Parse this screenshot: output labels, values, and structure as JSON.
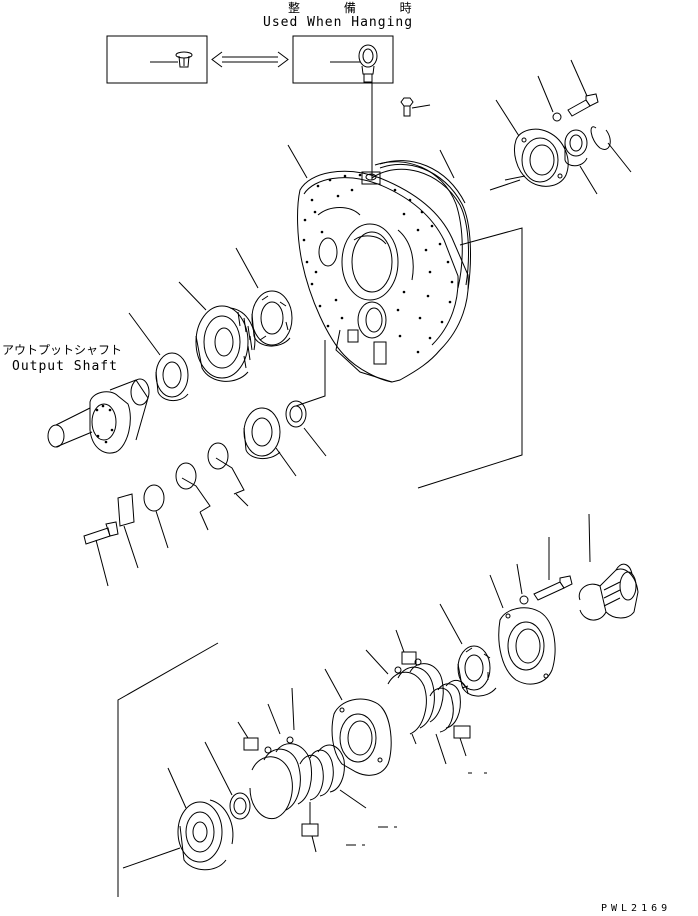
{
  "labels": {
    "hanging_jp": "整 備 時",
    "hanging_en": "Used When Hanging",
    "output_shaft_jp": "アウトプットシャフト",
    "output_shaft_en": "Output Shaft",
    "drawing_code": "PWL2169"
  },
  "colors": {
    "line": "#000000",
    "paper": "#ffffff"
  }
}
